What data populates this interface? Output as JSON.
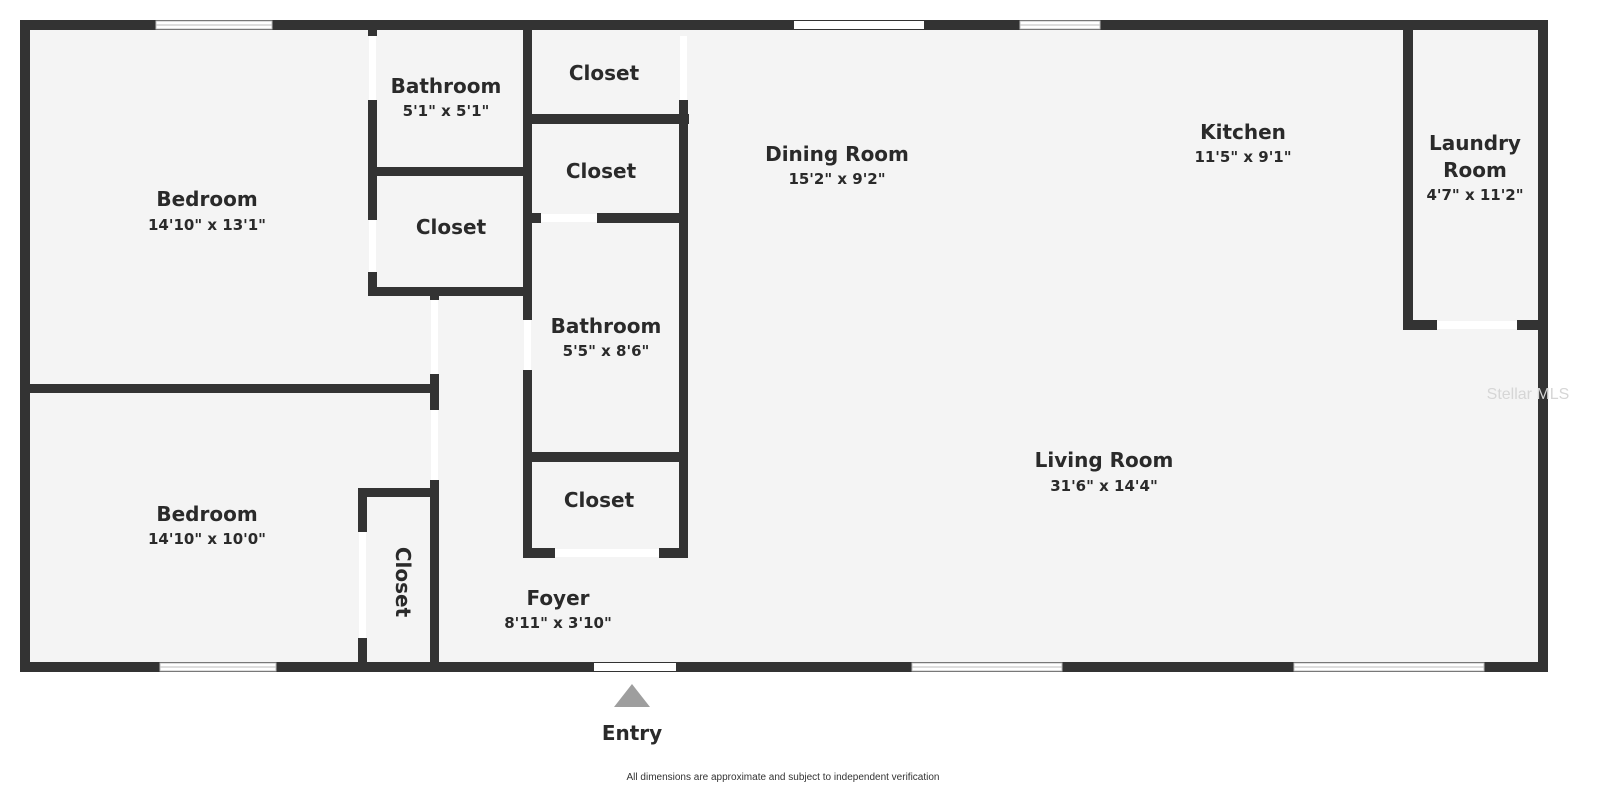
{
  "rooms": {
    "bedroom_1": {
      "name": "Bedroom",
      "dims": "14'10\" x 13'1\""
    },
    "bedroom_2": {
      "name": "Bedroom",
      "dims": "14'10\" x 10'0\""
    },
    "bathroom_1": {
      "name": "Bathroom",
      "dims": "5'1\" x 5'1\""
    },
    "bathroom_2": {
      "name": "Bathroom",
      "dims": "5'5\" x 8'6\""
    },
    "closet_1": {
      "name": "Closet"
    },
    "closet_2": {
      "name": "Closet"
    },
    "closet_3": {
      "name": "Closet"
    },
    "closet_4": {
      "name": "Closet"
    },
    "closet_5": {
      "name": "Closet"
    },
    "dining_room": {
      "name": "Dining Room",
      "dims": "15'2\" x 9'2\""
    },
    "kitchen": {
      "name": "Kitchen",
      "dims": "11'5\" x 9'1\""
    },
    "laundry_room": {
      "name_line1": "Laundry",
      "name_line2": "Room",
      "dims": "4'7\" x 11'2\""
    },
    "living_room": {
      "name": "Living Room",
      "dims": "31'6\" x 14'4\""
    },
    "foyer": {
      "name": "Foyer",
      "dims": "8'11\" x 3'10\""
    }
  },
  "entry": {
    "label": "Entry"
  },
  "footnote": "All dimensions are approximate and subject to independent verification",
  "watermark": "Stellar MLS",
  "colors": {
    "wall": "#333333",
    "floor": "#f4f4f4",
    "entry_marker": "#9e9e9e"
  }
}
